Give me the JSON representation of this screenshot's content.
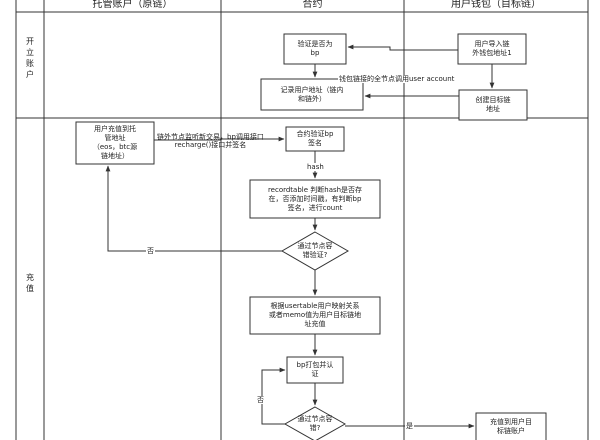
{
  "columns": {
    "custody": "托管账户（原链）",
    "contract": "合约",
    "user_wallet": "用户钱包（目标链）"
  },
  "lanes": {
    "open_account": "开\n立\n账\n户",
    "recharge": "充\n值"
  },
  "nodes": {
    "user_import": "用户导入链\n外钱包地址1",
    "verify_bp": "验证是否为\nbp",
    "create_target": "创建目标链\n地址",
    "record_address": "记录用户地址（链内\n和链外）",
    "user_recharge": "用户充值到托\n管地址\n（eos，btc源\n链地址）",
    "contract_verify": "合约验证bp\n签名",
    "recordtable": "recordtable 判断hash是否存\n在，否添加时间戳，有判断bp\n签名，进行count",
    "decision1": "通过节点容\n错验证?",
    "usertable": "根据usertable用户映射关系\n或者memo值为用户目标链地\n址充值",
    "bp_confirm": "bp打包并认\n证",
    "decision2": "通过节点容\n错?",
    "recharge_target": "充值到用户目\n标链账户"
  },
  "edges": {
    "fullnode_call": "钱包链接的全节点调用user account",
    "offchain_listen": "链外节点监听新交易，bp调用接口\nrecharge()接口并签名",
    "hash": "hash",
    "no1": "否",
    "no2": "否",
    "yes": "是"
  }
}
